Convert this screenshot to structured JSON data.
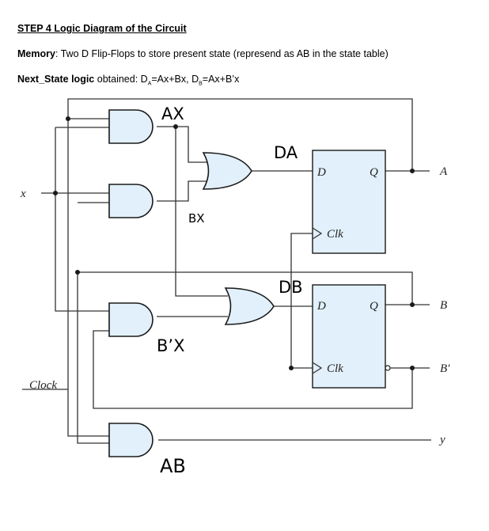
{
  "header": {
    "title": "STEP 4 Logic Diagram of the Circuit",
    "memory_label": "Memory",
    "memory_text": ": Two D Flip-Flops to store present state (represend as AB in the state table)",
    "nsl_label": "Next_State logic",
    "nsl_text_pre": " obtained: D",
    "nsl_sub_a": "A",
    "nsl_text_mid": "=Ax+Bx, D",
    "nsl_sub_b": "B",
    "nsl_text_post": "=Ax+B’x"
  },
  "diagram": {
    "input_x": "x",
    "input_clock": "Clock",
    "ff_a": {
      "d": "D",
      "q": "Q",
      "clk": "Clk"
    },
    "ff_b": {
      "d": "D",
      "q": "Q",
      "clk": "Clk"
    },
    "output_a": "A",
    "output_b": "B",
    "output_b_prime": "B′",
    "output_y": "y",
    "annotations": {
      "ax": "AX",
      "bx": "BX",
      "da": "DA",
      "db": "DB",
      "bpx": "B’X",
      "ab": "AB"
    }
  }
}
